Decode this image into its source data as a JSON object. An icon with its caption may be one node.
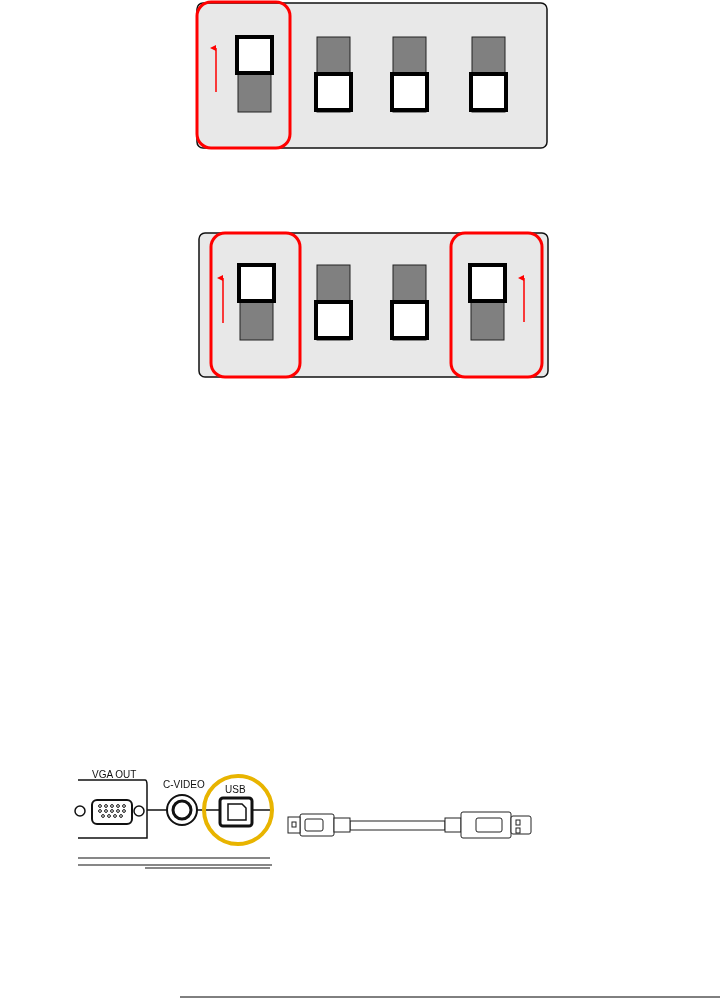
{
  "diagram": {
    "labels": [
      "VGA OUT",
      "C-VIDEO",
      "USB"
    ]
  }
}
